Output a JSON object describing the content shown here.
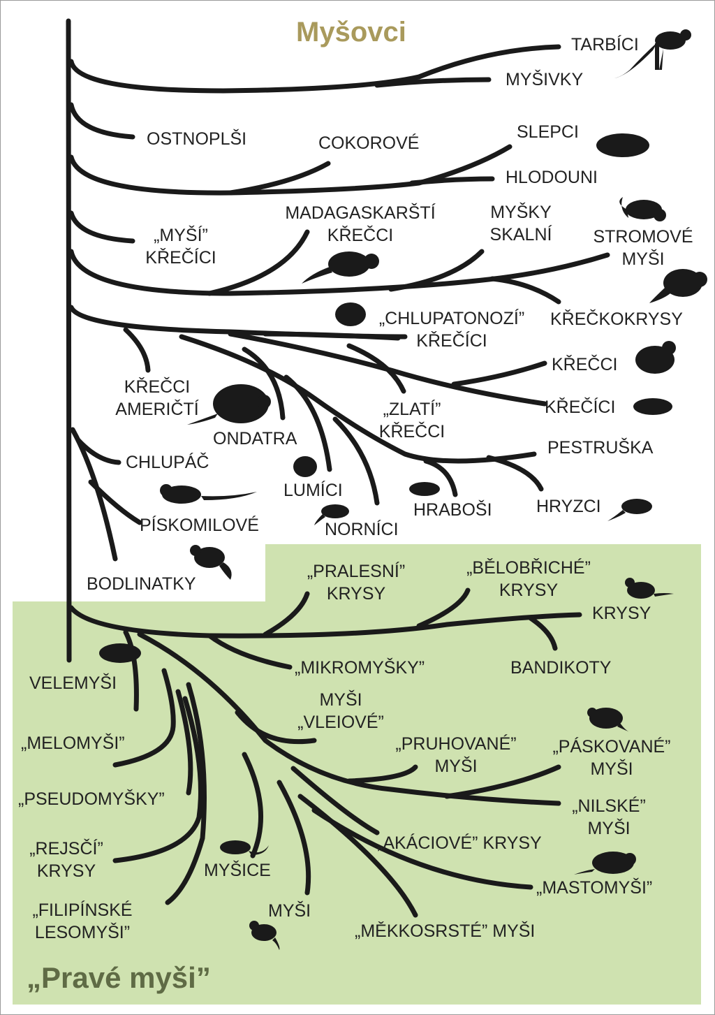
{
  "colors": {
    "branch": "#1a1a1a",
    "green_area": "#cfe2b0",
    "title_top": "#a99a5c",
    "title_bottom": "#5f6b45",
    "silhouette": "#1a1a1a"
  },
  "titles": {
    "top": "Myšovci",
    "bottom": "„Pravé myši”"
  },
  "labels": {
    "tarbici": "TARBÍCI",
    "mysivky": "MYŠIVKY",
    "ostnoplsi": "OSTNOPLŠI",
    "cokorove": "COKOROVÉ",
    "slepci": "SLEPCI",
    "hlodouni": "HLODOUNI",
    "mysi_krecici": [
      "„MYŠÍ”",
      "KŘEČÍCI"
    ],
    "madagaskarsti": [
      "MADAGASKARŠTÍ",
      "KŘEČCI"
    ],
    "mysky_skalni": [
      "MYŠKY",
      "SKALNÍ"
    ],
    "stromove_mysi": [
      "STROMOVÉ",
      "MYŠI"
    ],
    "chlupatonozi": [
      "„CHLUPATONOZÍ”",
      "KŘEČÍCI"
    ],
    "kreckokrysy": "KŘEČKOKRYSY",
    "krecci": "KŘEČCI",
    "krecici": "KŘEČÍCI",
    "krecci_americti": [
      "KŘEČCI",
      "AMERIČTÍ"
    ],
    "zlati_krecci": [
      "„ZLATÍ”",
      "KŘEČCI"
    ],
    "ondatra": "ONDATRA",
    "pestruska": "PESTRUŠKA",
    "chlupac": "CHLUPÁČ",
    "lumici": "LUMÍCI",
    "hrabosi": "HRABOŠI",
    "hryzci": "HRYZCI",
    "piskomilove": "PÍSKOMILOVÉ",
    "nornici": "NORNÍCI",
    "bodlinatky": "BODLINATKY",
    "pralesni_krysy": [
      "„PRALESNÍ”",
      "KRYSY"
    ],
    "belobriche_krysy": [
      "„BĚLOBŘICHÉ”",
      "KRYSY"
    ],
    "krysy": "KRYSY",
    "velemysi": "VELEMYŠI",
    "mikromysky": "„MIKROMYŠKY”",
    "bandikoty": "BANDIKOTY",
    "mysi_vleiove": [
      "MYŠI",
      "„VLEIOVÉ”"
    ],
    "melomysi": "„MELOMYŠI”",
    "pruhovane_mysi": [
      "„PRUHOVANÉ”",
      "MYŠI"
    ],
    "paskovane_mysi": [
      "„PÁSKOVANÉ”",
      "MYŠI"
    ],
    "pseudomysky": "„PSEUDOMYŠKY”",
    "nilske_mysi": [
      "„NILSKÉ”",
      "MYŠI"
    ],
    "akaciove_krysy": "„AKÁCIOVÉ” KRYSY",
    "rejsci_krysy": [
      "„REJSČÍ”",
      "KRYSY"
    ],
    "mysice": "MYŠICE",
    "mastomysi": "„MASTOMYŠI”",
    "filipinske_lesomysi": [
      "„FILIPÍNSKÉ",
      "LESOMYŠI”"
    ],
    "mysi": "MYŠI",
    "mekkosrste_mysi": "„MĚKKOSRSTÉ” MYŠI"
  },
  "silhouettes": [
    "jerboa-icon",
    "mole-rat-icon",
    "tree-mouse-icon",
    "madagascar-rat-icon",
    "crested-rat-icon",
    "hamster-icon",
    "hamster-small-icon",
    "dwarf-hamster-icon",
    "muskrat-icon",
    "lemming-icon",
    "gerbil-icon",
    "vole-icon",
    "bank-vole-icon",
    "jird-icon",
    "spiny-mouse-icon",
    "rat-icon",
    "giant-rat-icon",
    "striped-mouse-icon",
    "wood-mouse-icon",
    "multimammate-mouse-icon",
    "house-mouse-icon"
  ]
}
